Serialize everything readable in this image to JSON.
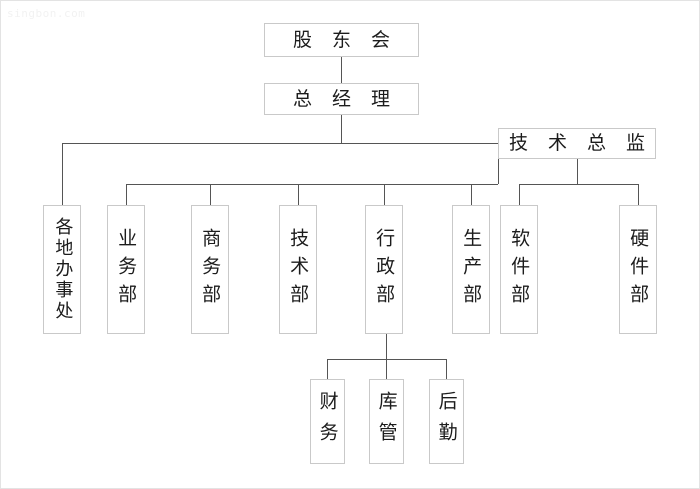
{
  "chart_data": {
    "type": "diagram",
    "diagram_type": "organizational-chart",
    "title": "",
    "watermark": "singbon.com",
    "nodes": [
      {
        "id": "shareholders",
        "label": "股 东 会",
        "level": 0,
        "orientation": "horizontal"
      },
      {
        "id": "gm",
        "label": "总 经 理",
        "level": 1,
        "orientation": "horizontal"
      },
      {
        "id": "cto",
        "label": "技 术 总 监",
        "level": 2,
        "orientation": "horizontal"
      },
      {
        "id": "regional",
        "label": "各地办事处",
        "level": 3,
        "orientation": "vertical"
      },
      {
        "id": "business",
        "label": "业务部",
        "level": 3,
        "orientation": "vertical"
      },
      {
        "id": "commerce",
        "label": "商务部",
        "level": 3,
        "orientation": "vertical"
      },
      {
        "id": "technical",
        "label": "技术部",
        "level": 3,
        "orientation": "vertical"
      },
      {
        "id": "administration",
        "label": "行政部",
        "level": 3,
        "orientation": "vertical"
      },
      {
        "id": "production",
        "label": "生产部",
        "level": 3,
        "orientation": "vertical"
      },
      {
        "id": "software",
        "label": "软件部",
        "level": 3,
        "orientation": "vertical"
      },
      {
        "id": "hardware",
        "label": "硬件部",
        "level": 3,
        "orientation": "vertical"
      },
      {
        "id": "finance",
        "label": "财务",
        "level": 4,
        "orientation": "vertical"
      },
      {
        "id": "warehouse",
        "label": "库管",
        "level": 4,
        "orientation": "vertical"
      },
      {
        "id": "logistics",
        "label": "后勤",
        "level": 4,
        "orientation": "vertical"
      }
    ],
    "edges": [
      {
        "from": "shareholders",
        "to": "gm"
      },
      {
        "from": "gm",
        "to": "cto"
      },
      {
        "from": "gm",
        "to": "regional"
      },
      {
        "from": "gm",
        "to": "business"
      },
      {
        "from": "gm",
        "to": "commerce"
      },
      {
        "from": "gm",
        "to": "technical"
      },
      {
        "from": "gm",
        "to": "administration"
      },
      {
        "from": "gm",
        "to": "production"
      },
      {
        "from": "cto",
        "to": "software"
      },
      {
        "from": "cto",
        "to": "hardware"
      },
      {
        "from": "administration",
        "to": "finance"
      },
      {
        "from": "administration",
        "to": "warehouse"
      },
      {
        "from": "administration",
        "to": "logistics"
      }
    ],
    "colors": {
      "background": "#ffffff",
      "box_fill": "#ffffff",
      "box_border": "#c9c9c9",
      "connector": "#555555",
      "text": "#1c1c1c",
      "watermark": "#f2f2f2",
      "frame": "#e3e3e3"
    }
  }
}
